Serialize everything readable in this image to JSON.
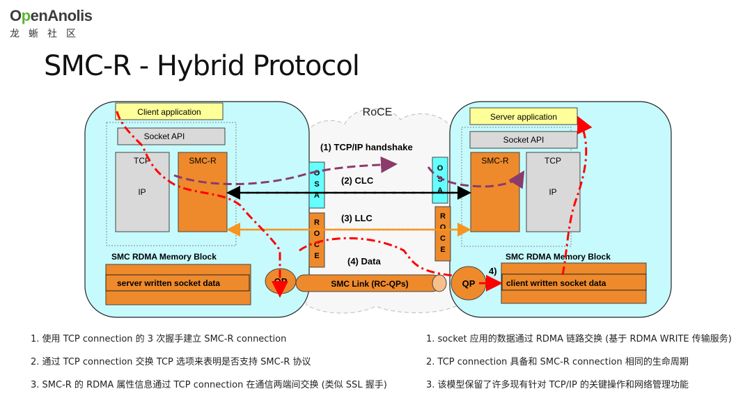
{
  "logo": {
    "name_prefix": "O",
    "name_p": "p",
    "name_rest": "enAnolis",
    "subtitle": "龙蜥社区"
  },
  "title": "SMC-R - Hybrid Protocol",
  "diagram": {
    "network_label": "RoCE",
    "client": {
      "application": "Client application",
      "socket_api": "Socket API",
      "tcp": "TCP",
      "ip": "IP",
      "smc_r": "SMC-R",
      "memory_block_label": "SMC RDMA Memory Block",
      "memory_data": "server written socket data",
      "qp": "QP"
    },
    "server": {
      "application": "Server application",
      "socket_api": "Socket API",
      "tcp": "TCP",
      "ip": "IP",
      "smc_r": "SMC-R",
      "memory_block_label": "SMC RDMA Memory Block",
      "memory_data": "client written socket data",
      "qp": "QP",
      "step_marker": "4)"
    },
    "osa": [
      "O",
      "S",
      "A"
    ],
    "roce": [
      "R",
      "O",
      "C",
      "E"
    ],
    "steps": {
      "handshake": "(1) TCP/IP  handshake",
      "clc": "(2) CLC",
      "llc": "(3) LLC",
      "data": "(4) Data"
    },
    "smc_link": "SMC Link (RC-QPs)",
    "colors": {
      "host_bg": "#c6fafd",
      "app_box": "#ffff99",
      "gray_box": "#d9d9d9",
      "orange": "#ee8a2c",
      "osa": "#66ffff",
      "handshake_arrow": "#8b3a6b",
      "clc_arrow": "#000000",
      "llc_arrow": "#f7941d",
      "data_arrow": "#ff0000"
    }
  },
  "notes_left": [
    "1. 使用 TCP connection 的 3 次握手建立 SMC-R connection",
    "2. 通过 TCP connection 交换 TCP 选项来表明是否支持 SMC-R 协议",
    "3. SMC-R 的 RDMA 属性信息通过 TCP connection 在通信两端间交换 (类似 SSL 握手)"
  ],
  "notes_right": [
    "1. socket 应用的数据通过 RDMA 链路交换 (基于 RDMA WRITE 传输服务)",
    "2. TCP connection 具备和 SMC-R connection 相同的生命周期",
    "3. 该模型保留了许多现有针对 TCP/IP 的关键操作和网络管理功能"
  ]
}
